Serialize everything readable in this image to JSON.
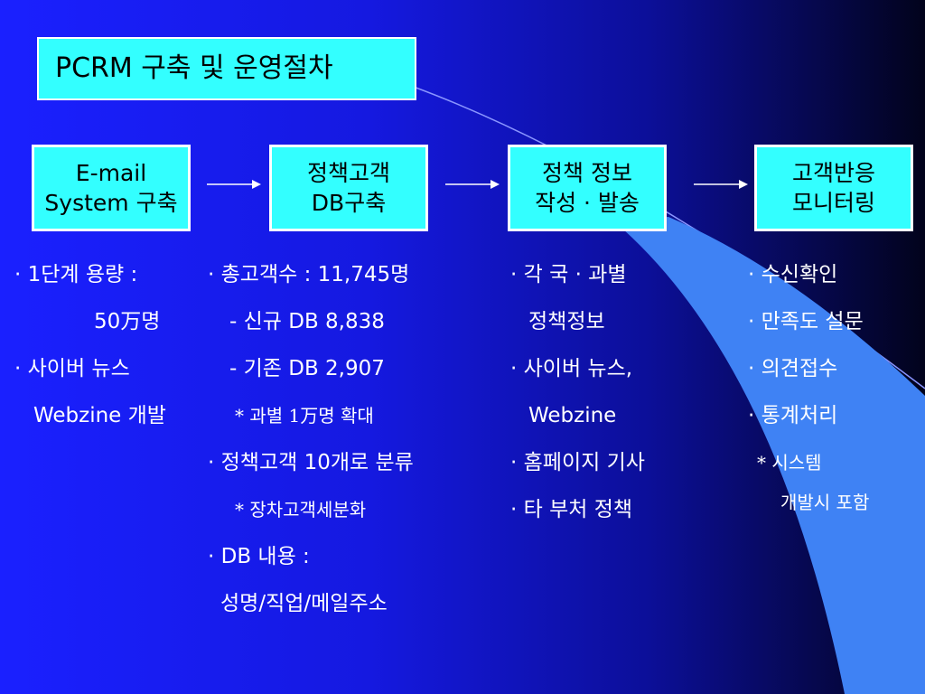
{
  "title": "PCRM 구축 및 운영절차",
  "steps": [
    {
      "line1": "E-mail",
      "line2": "System 구축"
    },
    {
      "line1": "정책고객",
      "line2": "DB구축"
    },
    {
      "line1": "정책 정보",
      "line2": "작성 · 발송"
    },
    {
      "line1": "고객반응",
      "line2": "모니터링"
    }
  ],
  "details": {
    "col1": [
      "· 1단계 용량 :",
      "50万명",
      "· 사이버 뉴스",
      "Webzine 개발"
    ],
    "col2": [
      "· 총고객수 : 11,745명",
      "- 신규 DB  8,838",
      "- 기존 DB  2,907",
      "* 과별 1万명 확대",
      "· 정책고객 10개로 분류",
      "* 장차고객세분화",
      "· DB 내용 :",
      "성명/직업/메일주소"
    ],
    "col3": [
      "· 각 국 · 과별",
      "정책정보",
      "· 사이버 뉴스,",
      "Webzine",
      "· 홈페이지 기사",
      "· 타 부처 정책"
    ],
    "col4": [
      "·  수신확인",
      "·  만족도 설문",
      "·  의견접수",
      "·  통계처리",
      "* 시스템",
      "개발시 포함"
    ]
  },
  "colors": {
    "box_fill": "#33ffff",
    "highlight_fill": "#3f82f4",
    "background_start": "#1a20ff",
    "background_end": "#02031c"
  }
}
